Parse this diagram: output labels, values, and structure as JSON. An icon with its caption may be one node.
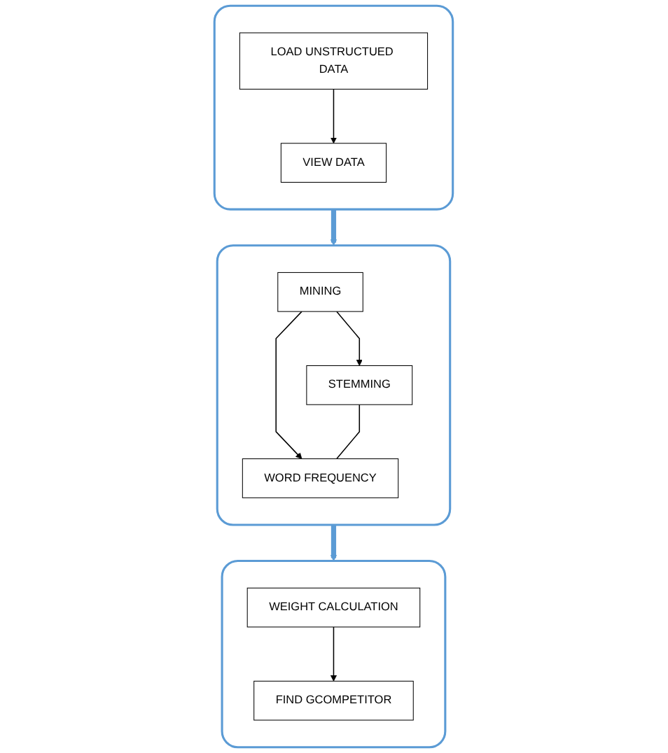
{
  "diagram": {
    "nodes": [
      {
        "text": [],
        "shape": "box"
      },
      {
        "text": [
          "LOAD UNSTRUCTUED DATA"
        ],
        "in": 0
      },
      {
        "text": [
          "VIEW DATA"
        ],
        "in": 0
      },
      {
        "text": [],
        "shape": "box"
      },
      {
        "text": [
          "MINING"
        ],
        "in": 3
      },
      {
        "text": [
          "STEMMING"
        ],
        "in": 3
      },
      {
        "text": [
          "WORD FREQUENCY"
        ],
        "in": 3
      },
      {
        "text": [],
        "shape": "box"
      },
      {
        "text": [
          "WEIGHT CALCULATION"
        ],
        "in": 7
      },
      {
        "text": [
          "FIND GCOMPETITOR"
        ],
        "in": 7
      }
    ],
    "edges": [
      {
        "from": 1,
        "to": 2,
        "arrow": "to"
      },
      {
        "from": 0,
        "to": 3,
        "arrow": "to",
        "style": "thick",
        "color": "#5b9bd5"
      },
      {
        "from": 4,
        "to": 5,
        "arrow": "to"
      },
      {
        "from": 4,
        "to": 6,
        "arrow": "to"
      },
      {
        "from": 5,
        "to": 6,
        "arrow": "none"
      },
      {
        "from": 3,
        "to": 7,
        "arrow": "to",
        "style": "thick",
        "color": "#5b9bd5"
      },
      {
        "from": 8,
        "to": 9,
        "arrow": "to"
      }
    ]
  }
}
